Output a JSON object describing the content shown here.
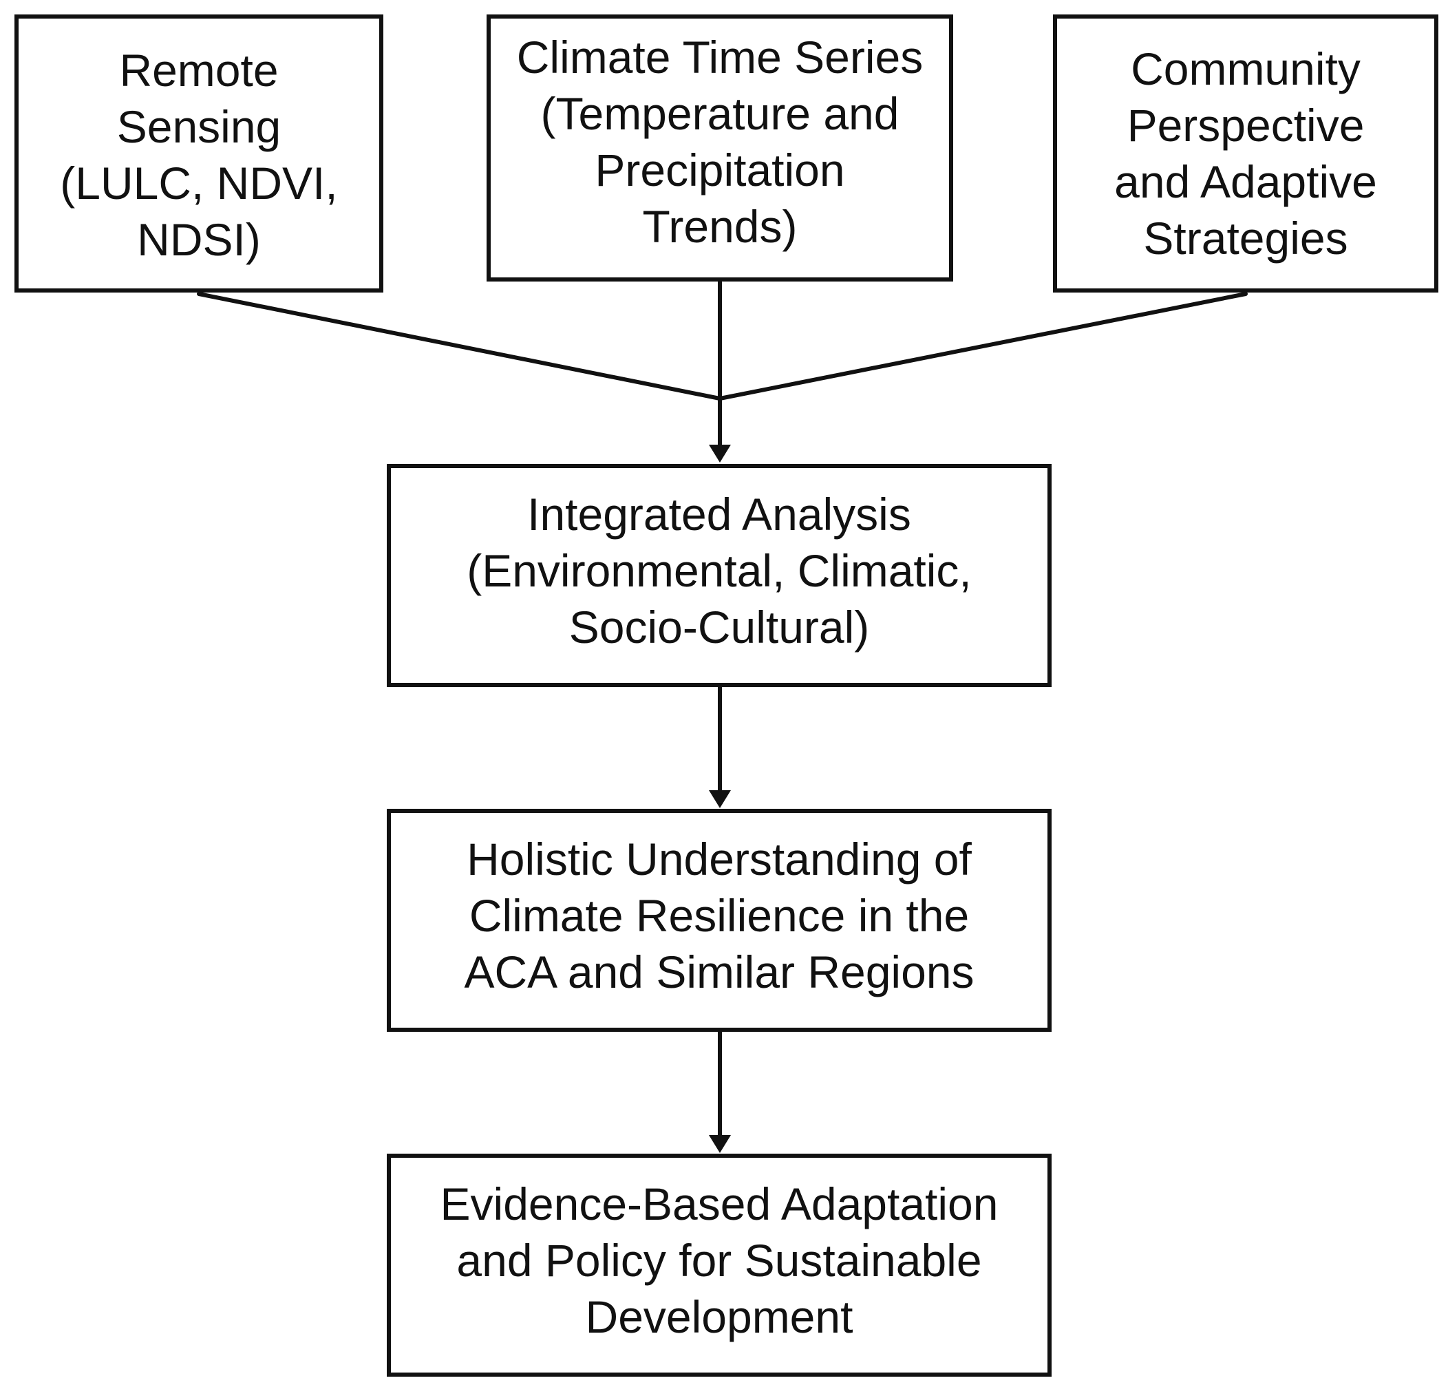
{
  "diagram": {
    "inputs": {
      "remote_sensing": {
        "lines": [
          "Remote",
          "Sensing",
          "(LULC, NDVI,",
          "NDSI)"
        ]
      },
      "climate_time_series": {
        "lines": [
          "Climate Time Series",
          "(Temperature and",
          "Precipitation",
          "Trends)"
        ]
      },
      "community": {
        "lines": [
          "Community",
          "Perspective",
          "and Adaptive",
          "Strategies"
        ]
      }
    },
    "integrated_analysis": {
      "lines": [
        "Integrated Analysis",
        "(Environmental, Climatic,",
        "Socio-Cultural)"
      ]
    },
    "holistic_understanding": {
      "lines": [
        "Holistic Understanding of",
        "Climate Resilience in the",
        "ACA and Similar Regions"
      ]
    },
    "policy": {
      "lines": [
        "Evidence-Based Adaptation",
        "and Policy for Sustainable",
        "Development"
      ]
    },
    "colors": {
      "stroke": "#111111",
      "background": "#ffffff"
    }
  }
}
